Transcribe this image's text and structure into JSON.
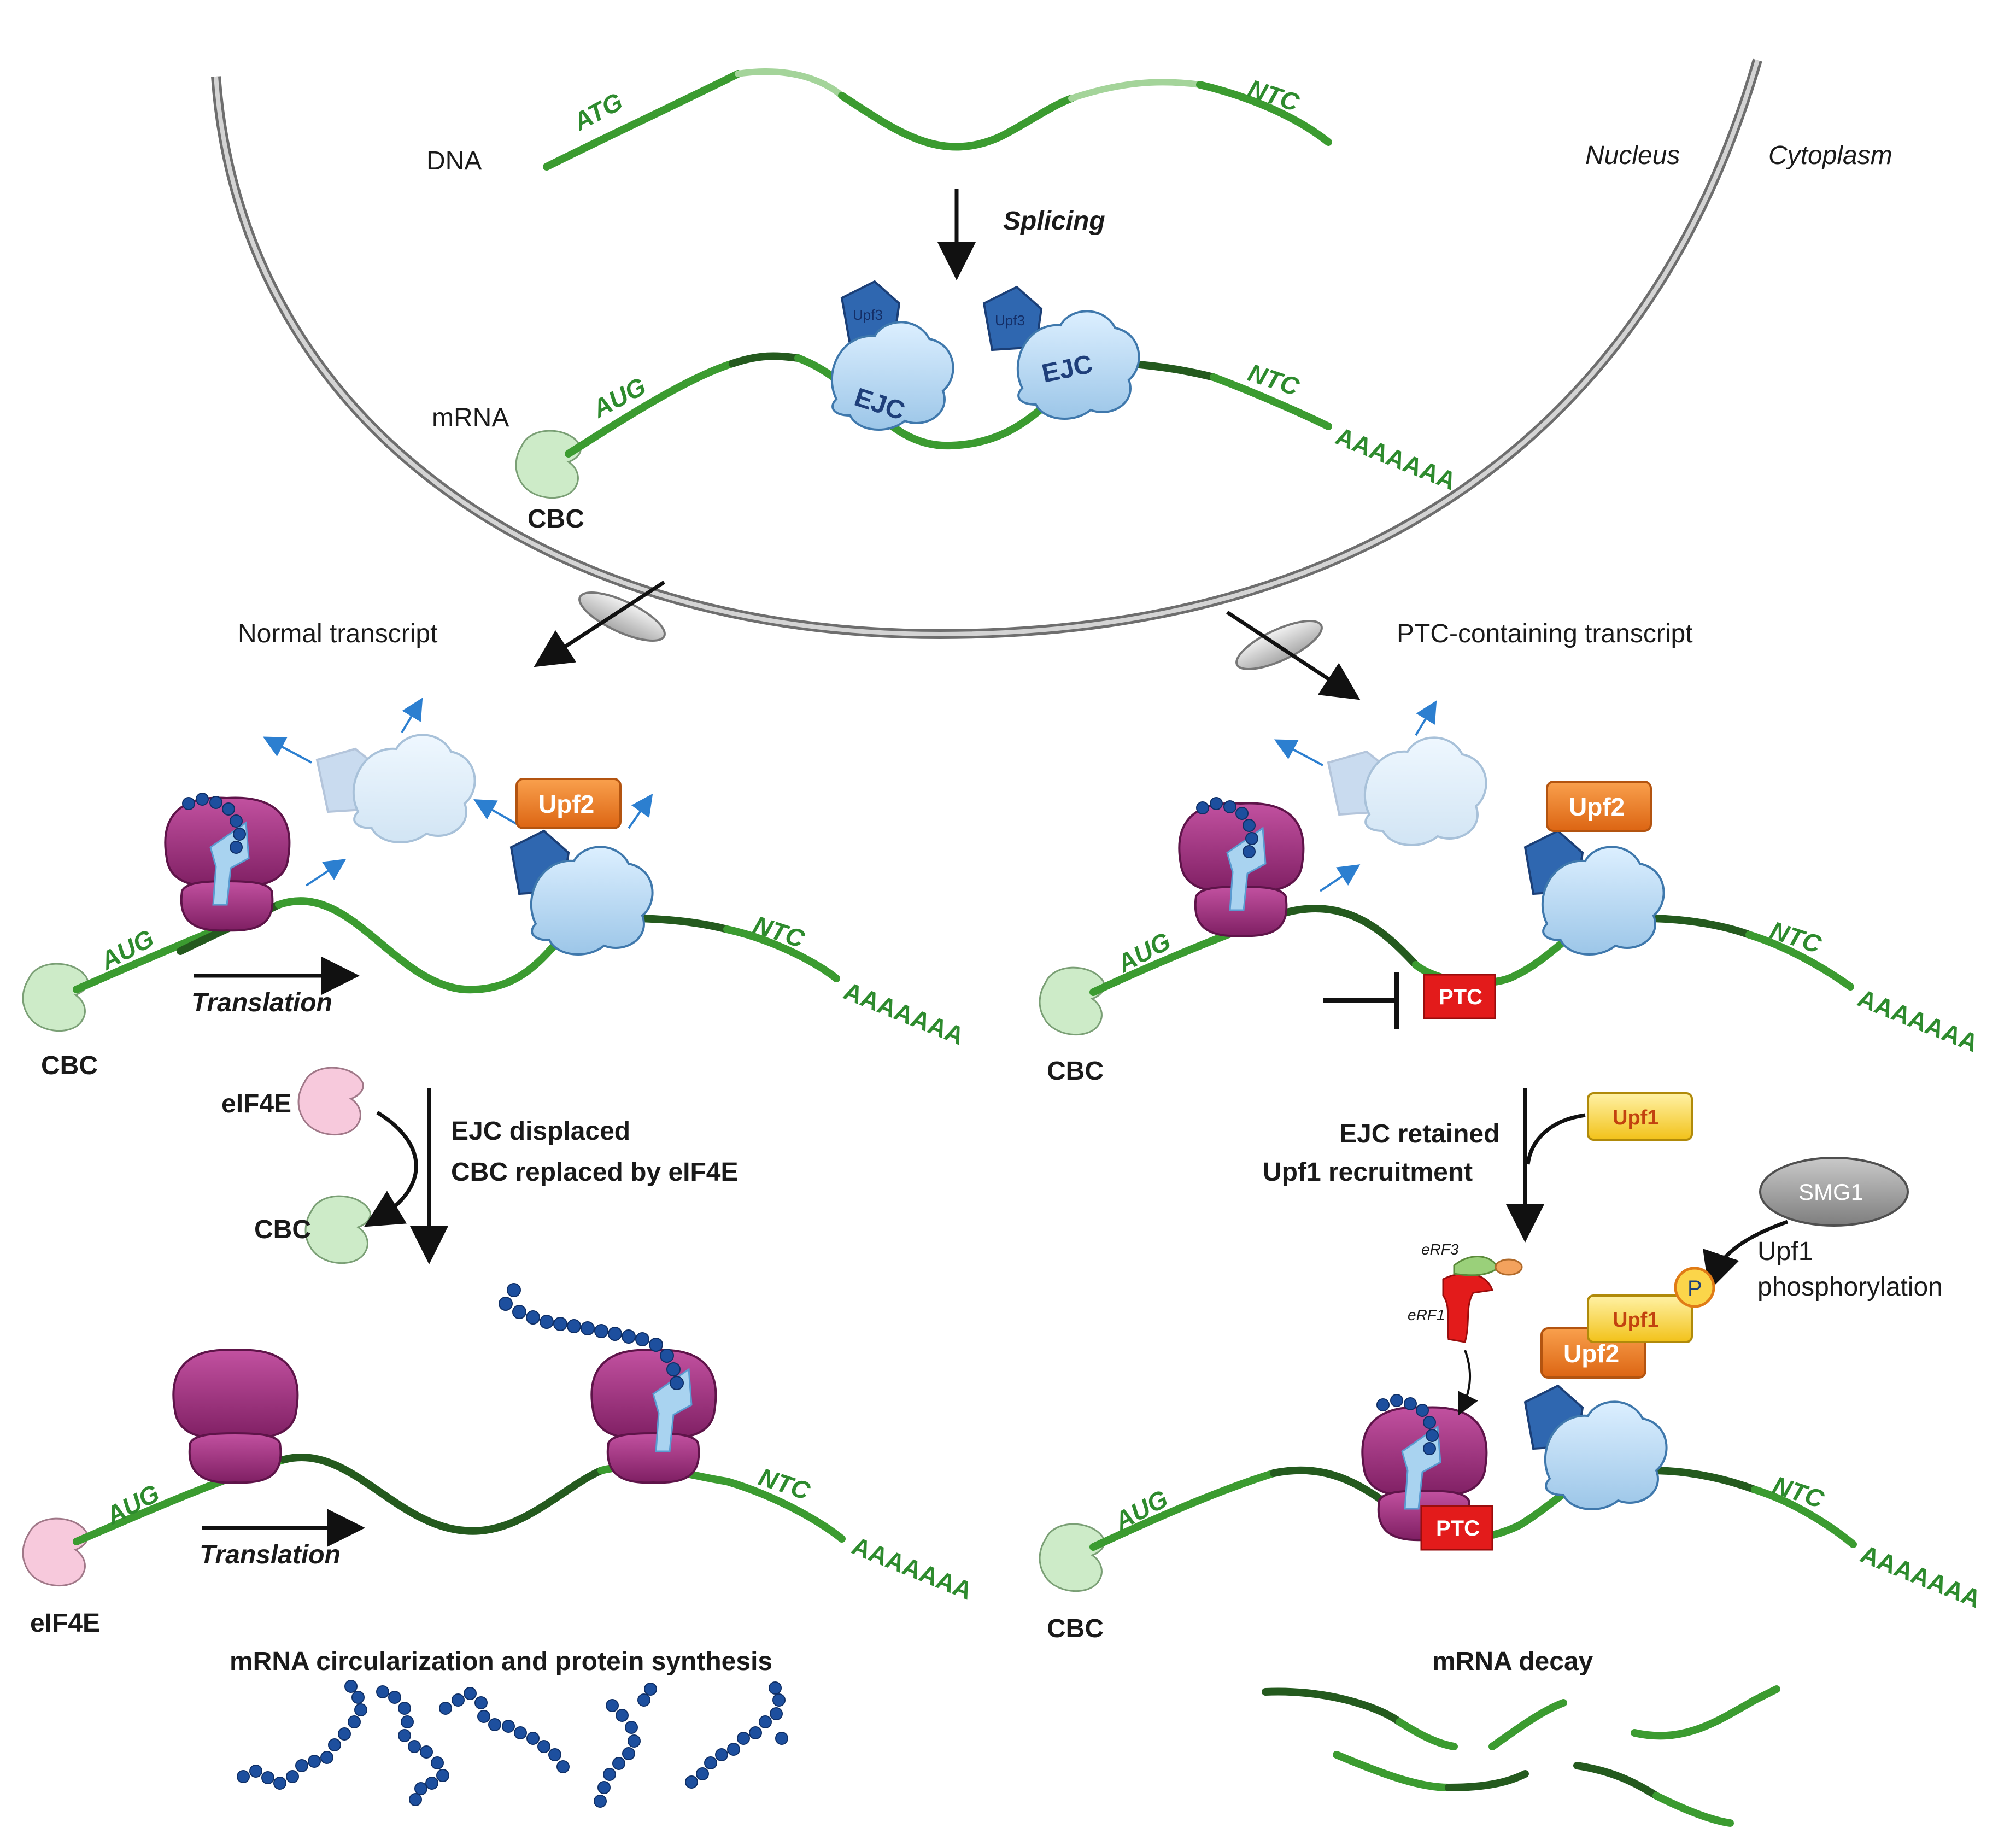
{
  "labels": {
    "dna": "DNA",
    "mrna": "mRNA",
    "nucleus": "Nucleus",
    "cytoplasm": "Cytoplasm",
    "splicing": "Splicing",
    "normal_transcript": "Normal transcript",
    "ptc_transcript": "PTC-containing transcript",
    "translation": "Translation",
    "ejc_displaced": "EJC displaced",
    "cbc_replaced": "CBC replaced by eIF4E",
    "ejc_retained": "EJC retained",
    "upf1_recruitment": "Upf1 recruitment",
    "upf1_phosphorylation_1": "Upf1",
    "upf1_phosphorylation_2": "phosphorylation",
    "synthesis": "mRNA circularization and protein synthesis",
    "decay": "mRNA decay"
  },
  "codons": {
    "atg": "ATG",
    "aug": "AUG",
    "ntc": "NTC",
    "polya": "AAAAAAA",
    "ptc": "PTC"
  },
  "proteins": {
    "cbc": "CBC",
    "eif4e": "eIF4E",
    "ejc": "EJC",
    "upf3": "Upf3",
    "upf2": "Upf2",
    "upf1": "Upf1",
    "smg1": "SMG1",
    "p": "P",
    "erf3": "eRF3",
    "erf1": "eRF1"
  },
  "colors": {
    "strand": "#3b9b30",
    "strand_dark": "#245a1e",
    "ribosome": "#a2307f",
    "ejc": "#b9dcf2",
    "upf3": "#2f67b0",
    "upf2": "#ee7d23",
    "upf1": "#f7cf2c",
    "ptc": "#e31b1b",
    "cbc": "#cdebc8",
    "eif4e": "#f7c9dc",
    "peptide": "#1d4f9e",
    "smg1": "#9a9a9a"
  }
}
